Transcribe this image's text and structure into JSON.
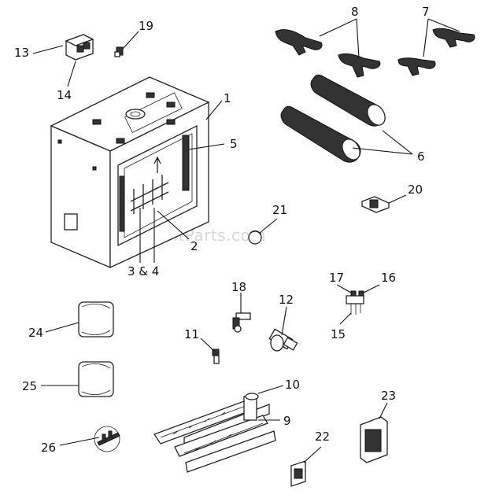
{
  "watermark": "eReplacementParts.com",
  "callouts": [
    {
      "key": "c1",
      "text": "1"
    },
    {
      "key": "c2",
      "text": "2"
    },
    {
      "key": "c34",
      "text": "3 & 4"
    },
    {
      "key": "c5",
      "text": "5"
    },
    {
      "key": "c6",
      "text": "6"
    },
    {
      "key": "c7",
      "text": "7"
    },
    {
      "key": "c8",
      "text": "8"
    },
    {
      "key": "c9",
      "text": "9"
    },
    {
      "key": "c10",
      "text": "10"
    },
    {
      "key": "c11",
      "text": "11"
    },
    {
      "key": "c12",
      "text": "12"
    },
    {
      "key": "c13",
      "text": "13"
    },
    {
      "key": "c14",
      "text": "14"
    },
    {
      "key": "c15",
      "text": "15"
    },
    {
      "key": "c16",
      "text": "16"
    },
    {
      "key": "c17",
      "text": "17"
    },
    {
      "key": "c18",
      "text": "18"
    },
    {
      "key": "c19",
      "text": "19"
    },
    {
      "key": "c20",
      "text": "20"
    },
    {
      "key": "c21",
      "text": "21"
    },
    {
      "key": "c22",
      "text": "22"
    },
    {
      "key": "c23",
      "text": "23"
    },
    {
      "key": "c24",
      "text": "24"
    },
    {
      "key": "c25",
      "text": "25"
    },
    {
      "key": "c26",
      "text": "26"
    }
  ]
}
